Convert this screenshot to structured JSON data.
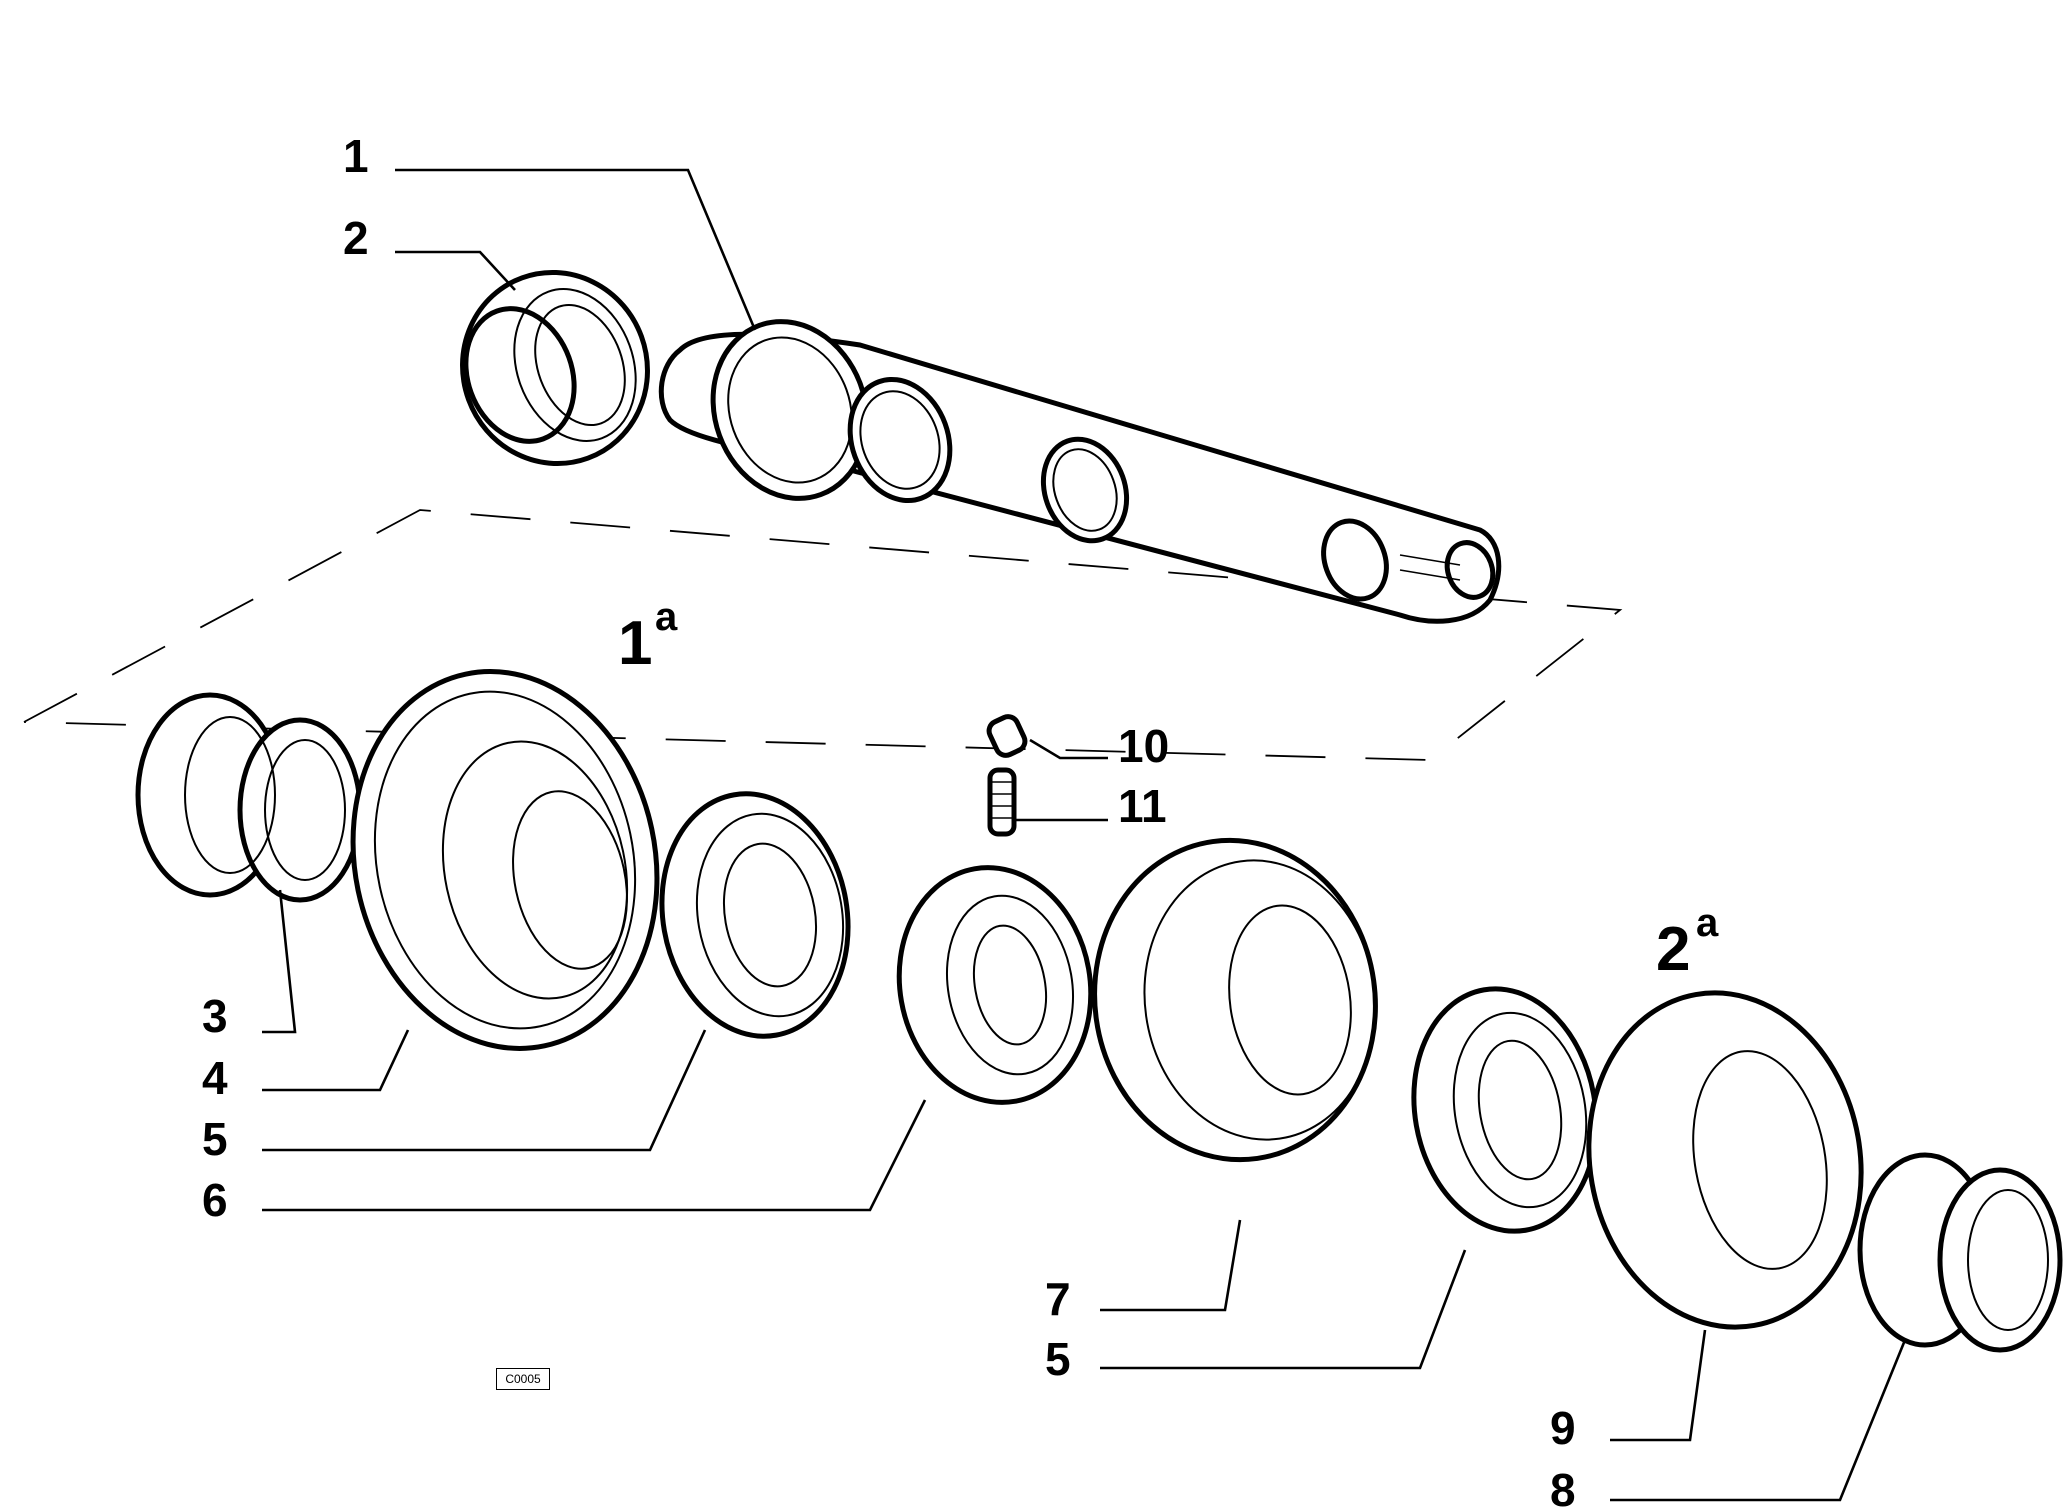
{
  "callouts": [
    {
      "id": "1",
      "label": "1"
    },
    {
      "id": "2",
      "label": "2"
    },
    {
      "id": "3",
      "label": "3"
    },
    {
      "id": "4",
      "label": "4"
    },
    {
      "id": "5a",
      "label": "5"
    },
    {
      "id": "6",
      "label": "6"
    },
    {
      "id": "7",
      "label": "7"
    },
    {
      "id": "5b",
      "label": "5"
    },
    {
      "id": "9",
      "label": "9"
    },
    {
      "id": "8",
      "label": "8"
    },
    {
      "id": "10",
      "label": "10"
    },
    {
      "id": "11",
      "label": "11"
    }
  ],
  "gear_labels": {
    "first": {
      "number": "1",
      "superscript": "a"
    },
    "second": {
      "number": "2",
      "superscript": "a"
    }
  },
  "drawing_code": "C0005"
}
